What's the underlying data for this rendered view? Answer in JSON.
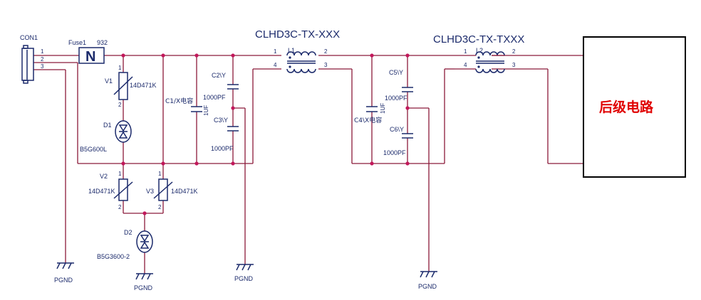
{
  "titles": {
    "left": "CLHD3C-TX-XXX",
    "right": "CLHD3C-TX-TXXX"
  },
  "block_label": "后级电路",
  "connector": {
    "ref": "CON1",
    "pins": [
      "1",
      "2",
      "3"
    ]
  },
  "fuse": {
    "ref": "Fuse1",
    "value": "932",
    "symbol": "N"
  },
  "varistors": [
    {
      "ref": "V1",
      "value": "14D471K"
    },
    {
      "ref": "V2",
      "value": "14D471K"
    },
    {
      "ref": "V3",
      "value": "14D471K"
    }
  ],
  "tvs": [
    {
      "ref": "D1",
      "value": "B5G600L"
    },
    {
      "ref": "D2",
      "value": "B5G3600-2"
    }
  ],
  "capacitors": {
    "c1": {
      "ref": "C1/X电容",
      "value": "1UF"
    },
    "c2": {
      "ref": "C2\\Y",
      "value": "1000PF"
    },
    "c3": {
      "ref": "C3\\Y",
      "value": "1000PF"
    },
    "c4": {
      "ref": "C4\\X电容",
      "value": "1UF"
    },
    "c5": {
      "ref": "C5\\Y",
      "value": "1000PF"
    },
    "c6": {
      "ref": "C6\\Y",
      "value": "1000PF"
    }
  },
  "inductors": [
    {
      "ref": "L1",
      "pins": [
        "1",
        "2",
        "4",
        "3"
      ]
    },
    {
      "ref": "L2",
      "pins": [
        "1",
        "2",
        "4",
        "3"
      ]
    }
  ],
  "component_pins": {
    "p1": "1",
    "p2": "2"
  },
  "ground_label": "PGND"
}
